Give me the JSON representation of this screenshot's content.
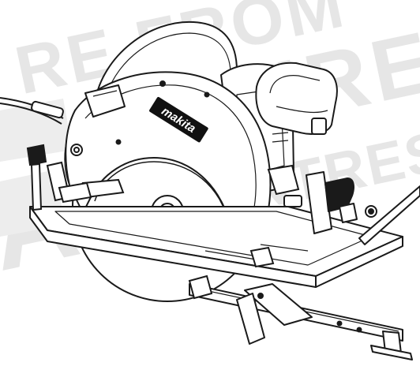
{
  "watermark": {
    "line1": "RE FROM",
    "line2": "HIRE",
    "line3": "CENTRES",
    "line4": "A",
    "color": "#e8e8e8"
  },
  "product": {
    "brand_logo": "makita",
    "icon": "circular-saw-icon"
  },
  "colors": {
    "line": "#1a1a1a",
    "fill": "#ffffff",
    "dark": "#111111"
  }
}
